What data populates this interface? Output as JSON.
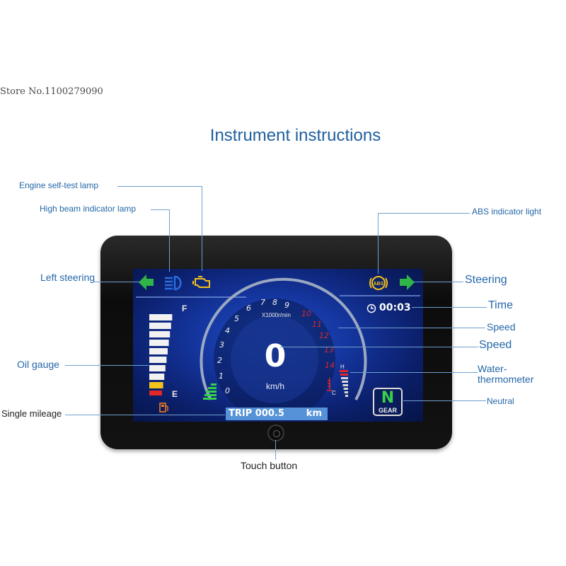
{
  "store_label": "Store No.1100279090",
  "title": "Instrument instructions",
  "callouts": {
    "engine_lamp": "Engine self-test lamp",
    "high_beam": "High beam indicator lamp",
    "left_steering": "Left steering",
    "oil_gauge": "Oil gauge",
    "single_mileage": "Single mileage",
    "abs_light": "ABS indicator light",
    "steering": "Steering",
    "time": "Time",
    "speed_1": "Speed",
    "speed_2": "Speed",
    "water_thermometer_1": "Water-",
    "water_thermometer_2": "thermometer",
    "neutral": "Neutral",
    "touch_button": "Touch button"
  },
  "dashboard": {
    "time": "00:03",
    "speed": "0",
    "speed_unit": "km/h",
    "rpm_unit": "X1000r/min",
    "trip_label": "TRIP 000.5",
    "trip_unit": "km",
    "gear": "N",
    "gear_label": "GEAR",
    "fuel_full": "F",
    "fuel_empty": "E",
    "temp_hot": "H",
    "temp_cold": "C",
    "abs_text": "ABS",
    "rpm_ticks": [
      "0",
      "1",
      "2",
      "3",
      "4",
      "5",
      "6",
      "7",
      "8",
      "9",
      "10",
      "11",
      "12",
      "13",
      "14"
    ],
    "fuel_level_bars": 10,
    "colors": {
      "indicator_green": "#2fb548",
      "warning_yellow": "#f3c21b",
      "highbeam_blue": "#2a6ee0",
      "redline": "#e0282a",
      "screen_blue": "#1536a0"
    }
  }
}
